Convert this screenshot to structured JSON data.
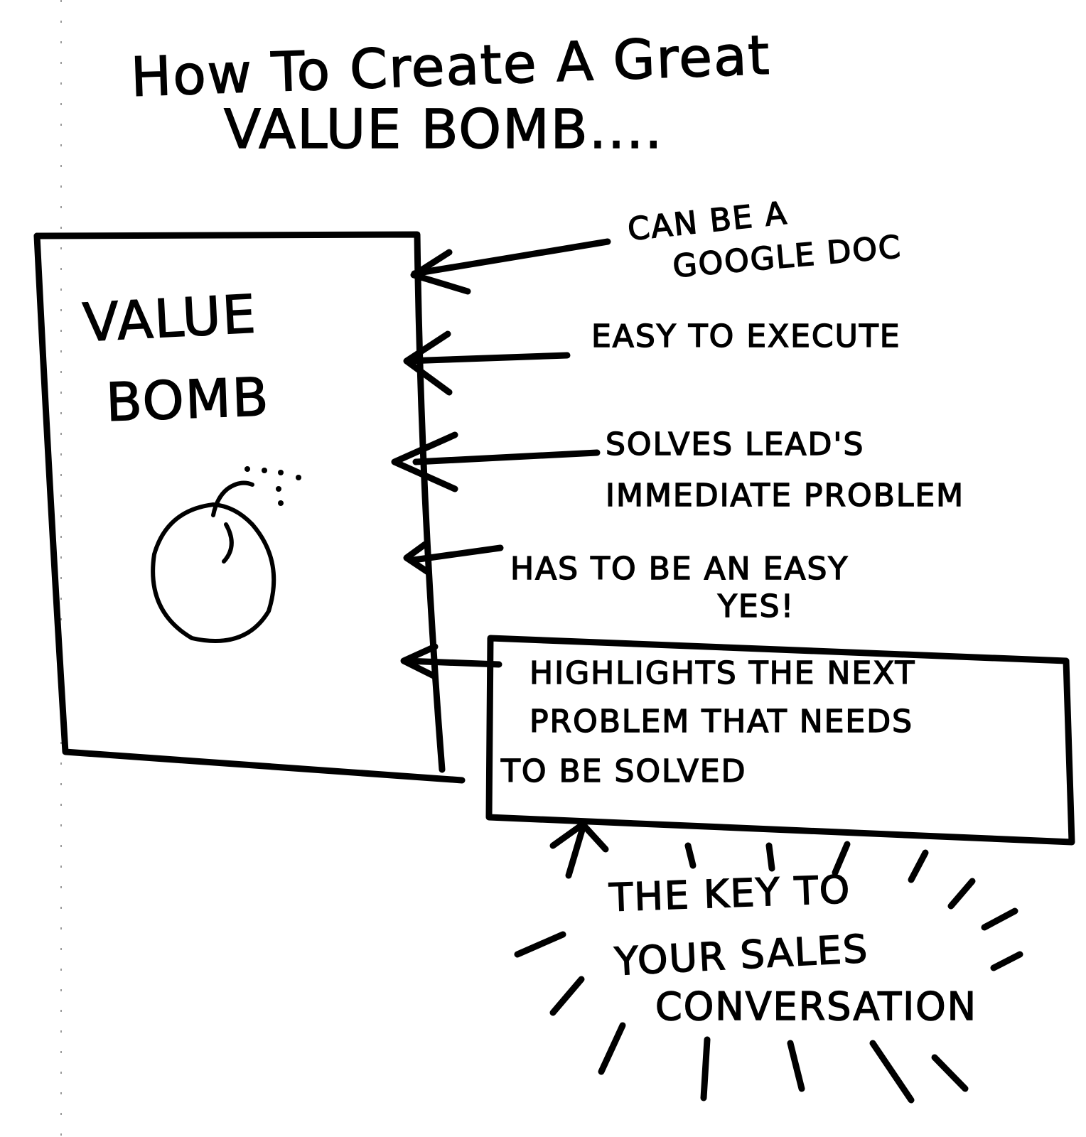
{
  "title": {
    "line1": "How To Create A Great",
    "line2": "VALUE BOMB...."
  },
  "document_box": {
    "line1": "VALUE",
    "line2": "BOMB",
    "icon": "bomb-icon"
  },
  "annotations": [
    {
      "lines": [
        "CAN BE A",
        "GOOGLE DOC"
      ]
    },
    {
      "lines": [
        "EASY TO EXECUTE"
      ]
    },
    {
      "lines": [
        "SOLVES LEAD'S",
        "IMMEDIATE PROBLEM"
      ]
    },
    {
      "lines": [
        "HAS TO BE AN EASY",
        "YES!"
      ]
    },
    {
      "lines": [
        "HIGHLIGHTS THE NEXT",
        "PROBLEM THAT NEEDS",
        "TO BE SOLVED"
      ]
    }
  ],
  "key_callout": {
    "lines": [
      "THE KEY TO",
      "YOUR SALES",
      "CONVERSATION"
    ]
  },
  "ink_color": "#000000",
  "paper_color": "#ffffff"
}
